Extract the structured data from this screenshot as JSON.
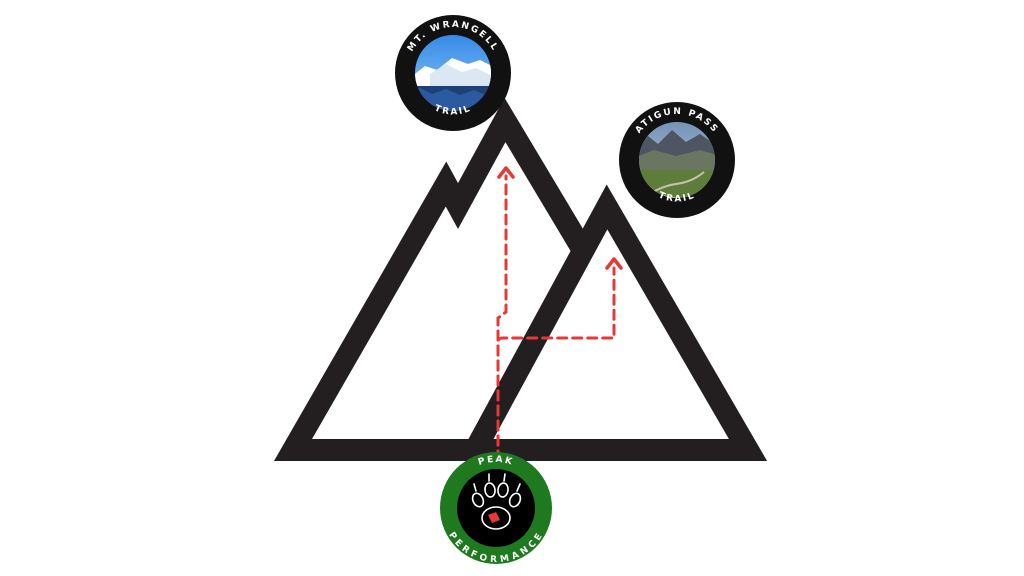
{
  "badges": {
    "wrangell": {
      "top_text": "MT. WRANGELL",
      "bottom_text": "TRAIL",
      "ring_color": "#111111"
    },
    "atigun": {
      "top_text": "ATIGUN PASS",
      "bottom_text": "TRAIL",
      "ring_color": "#111111"
    },
    "peak": {
      "top_text": "PEAK",
      "bottom_text": "PERFORMANCE",
      "ring_color": "#1f7a1f",
      "logo": "paw-print-icon"
    }
  },
  "colors": {
    "mountain_outline": "#231f20",
    "path": "#e53935",
    "peak_ring": "#1f7a1f",
    "badge_ring": "#111111"
  }
}
